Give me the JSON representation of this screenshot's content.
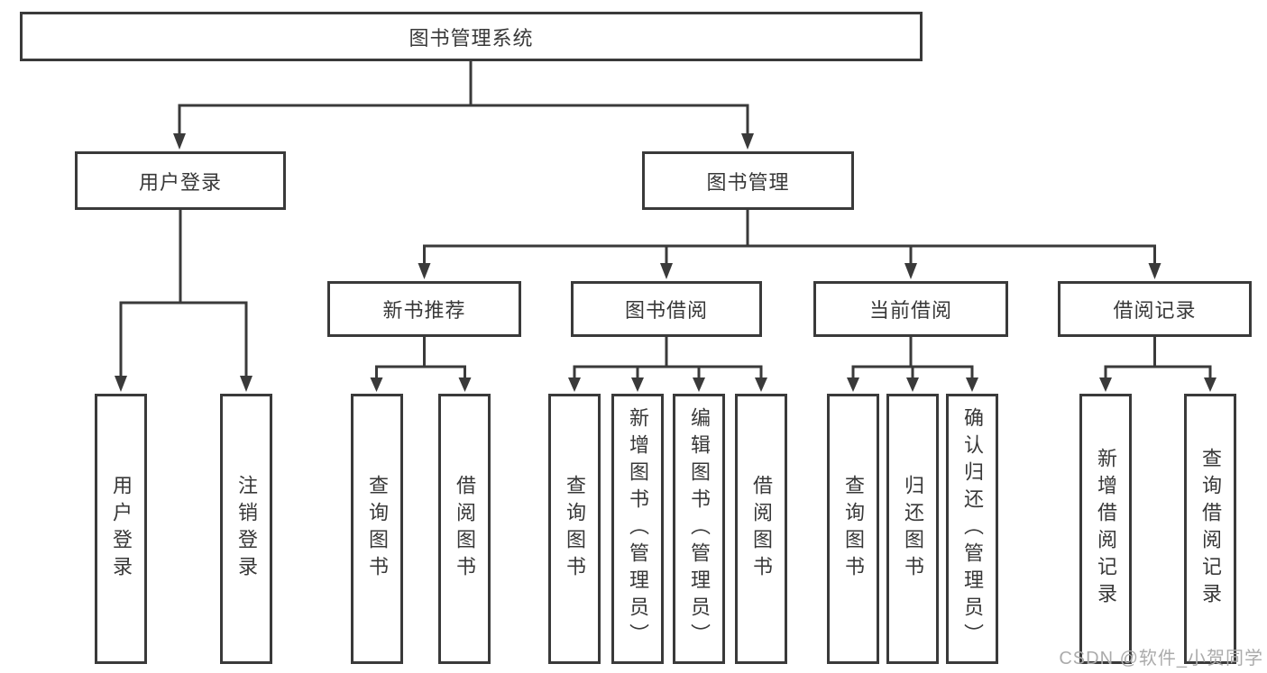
{
  "diagram": {
    "root": {
      "label": "图书管理系统"
    },
    "branches": [
      {
        "label": "用户登录",
        "leaves": [
          {
            "label": "用户登录"
          },
          {
            "label": "注销登录"
          }
        ]
      },
      {
        "label": "图书管理",
        "groups": [
          {
            "label": "新书推荐",
            "leaves": [
              {
                "label": "查询图书"
              },
              {
                "label": "借阅图书"
              }
            ]
          },
          {
            "label": "图书借阅",
            "leaves": [
              {
                "label": "查询图书"
              },
              {
                "label": "新增图书（管理员）"
              },
              {
                "label": "编辑图书（管理员）"
              },
              {
                "label": "借阅图书"
              }
            ]
          },
          {
            "label": "当前借阅",
            "leaves": [
              {
                "label": "查询图书"
              },
              {
                "label": "归还图书"
              },
              {
                "label": "确认归还（管理员）"
              }
            ]
          },
          {
            "label": "借阅记录",
            "leaves": [
              {
                "label": "新增借阅记录"
              },
              {
                "label": "查询借阅记录"
              }
            ]
          }
        ]
      }
    ],
    "watermark": {
      "text": "CSDN @软件_小贺同学"
    },
    "colors": {
      "stroke": "#3a3a3a",
      "text": "#383838",
      "box_fill": "#ffffff",
      "background": "#ffffff",
      "watermark": "#ababab"
    }
  }
}
